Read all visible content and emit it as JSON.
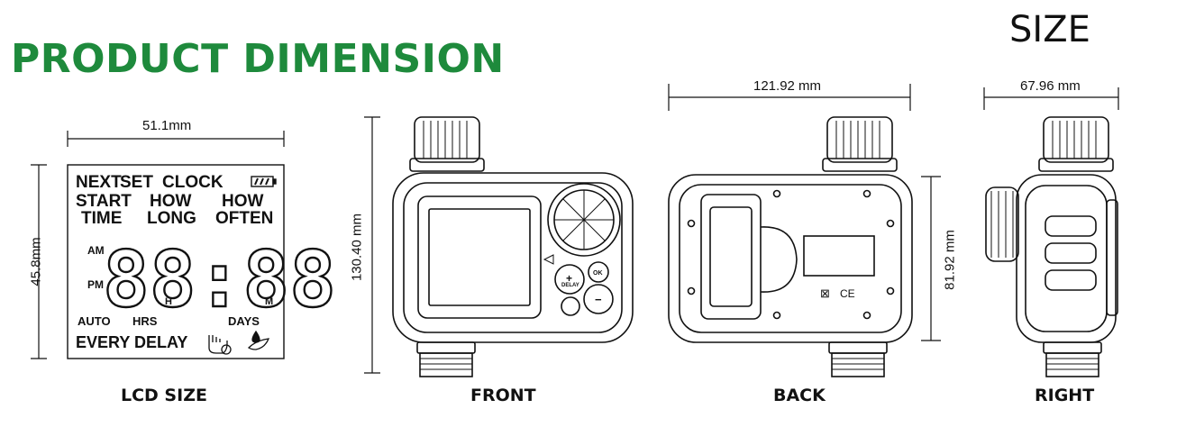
{
  "header": {
    "title": "PRODUCT DIMENSION",
    "size_label": "SIZE"
  },
  "dimensions": {
    "lcd_width": "51.1mm",
    "lcd_height": "45.8mm",
    "front_height": "130.40 mm",
    "back_width": "121.92 mm",
    "back_height": "81.92 mm",
    "right_width": "67.96 mm"
  },
  "lcd": {
    "row1": [
      "NEXT",
      "SET",
      "CLOCK"
    ],
    "row2_top": [
      "START",
      "HOW",
      "HOW"
    ],
    "row2_bottom": [
      "TIME",
      "LONG",
      "OFTEN"
    ],
    "am": "AM",
    "pm": "PM",
    "h": "H",
    "m": "M",
    "digits": "88:88",
    "row4": [
      "AUTO",
      "HRS",
      "DAYS"
    ],
    "row5": "EVERY DELAY",
    "icons": [
      "battery-icon",
      "hand-manual-icon",
      "water-drop-icon"
    ]
  },
  "front": {
    "delay_label": "DELAY",
    "ok_label": "OK"
  },
  "back": {
    "marks": [
      "⊠",
      "CE"
    ]
  },
  "captions": {
    "lcd": "LCD SIZE",
    "front": "FRONT",
    "back": "BACK",
    "right": "RIGHT"
  },
  "colors": {
    "heading": "#1e8a3c",
    "line": "#111111"
  }
}
